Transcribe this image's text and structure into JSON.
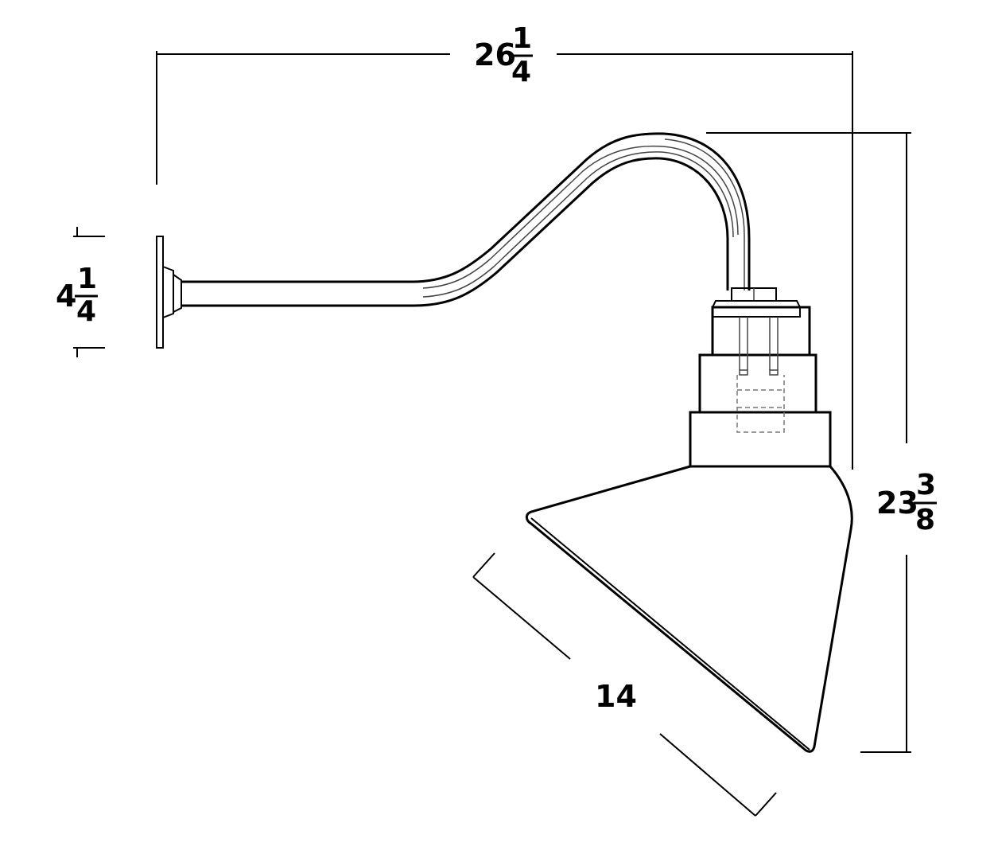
{
  "dimensions": {
    "overall_width": {
      "whole": "26",
      "numerator": "1",
      "denominator": "4"
    },
    "overall_height": {
      "whole": "23",
      "numerator": "3",
      "denominator": "8"
    },
    "backplate_height": {
      "whole": "4",
      "numerator": "1",
      "denominator": "4"
    },
    "shade_diameter": {
      "whole": "14"
    }
  }
}
